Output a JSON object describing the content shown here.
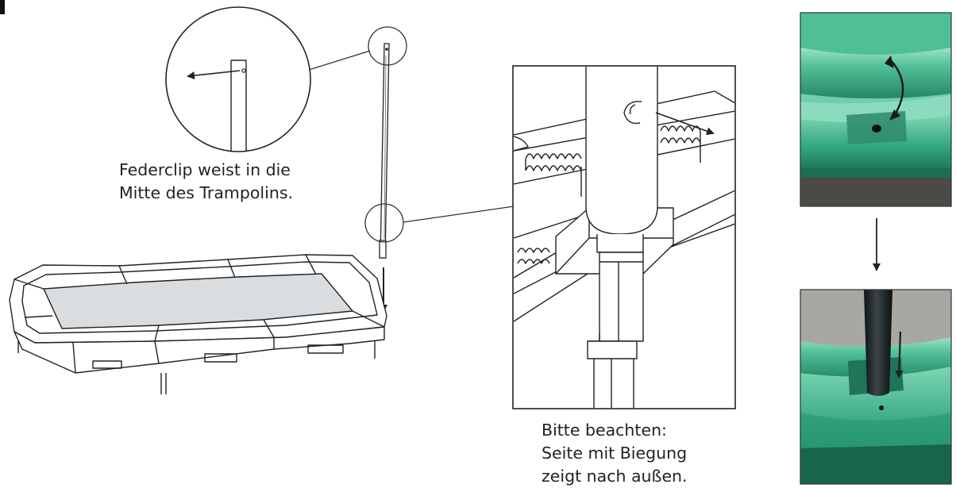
{
  "captions": {
    "federclip": {
      "line1": "Federclip weist in die",
      "line2": "Mitte des Trampolins."
    },
    "hinweis": {
      "line1": "Bitte beachten:",
      "line2": "Seite mit Biegung",
      "line3": "zeigt nach außen."
    }
  },
  "colors": {
    "line": "#222222",
    "mat": "#d9dde0",
    "pad_green": "#2e9c78",
    "pad_green_light": "#6fd0ab",
    "pole": "#1e2426"
  }
}
